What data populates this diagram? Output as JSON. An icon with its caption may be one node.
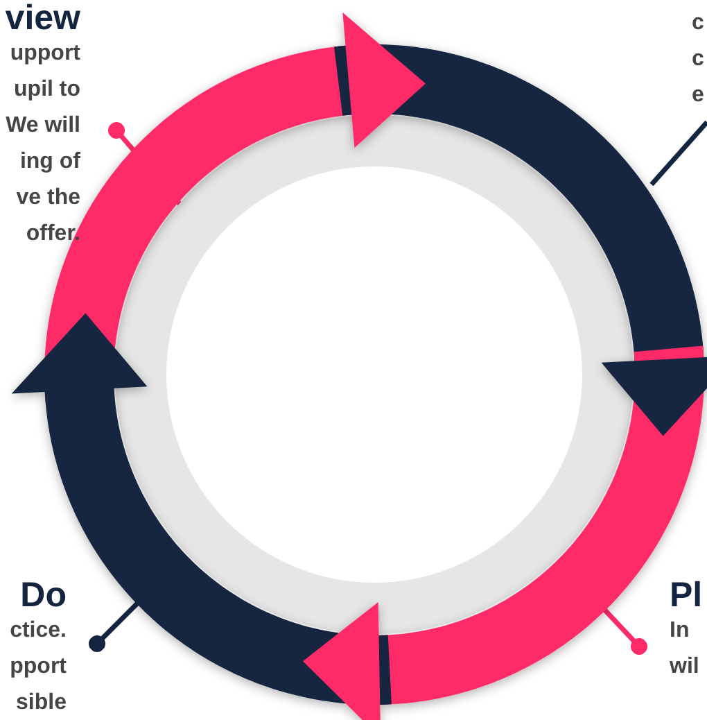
{
  "diagram": {
    "nodes": [
      {
        "text": [
          "view",
          "upport upil to We will ing of ve the offer."
        ]
      },
      {
        "text": [
          "c c e"
        ]
      },
      {
        "text": [
          "Do",
          "ctice. pport sible"
        ]
      },
      {
        "text": [
          "Pl",
          "In wil"
        ]
      }
    ],
    "edges": [
      {
        "from": 0,
        "to": null,
        "arrow": "other",
        "color": "#ff2a68"
      },
      {
        "from": 1,
        "to": null,
        "arrow": "none",
        "color": "#14253f"
      },
      {
        "from": 2,
        "to": null,
        "arrow": "other",
        "color": "#14253f"
      },
      {
        "from": 3,
        "to": null,
        "arrow": "other",
        "color": "#ff2a68"
      }
    ]
  }
}
